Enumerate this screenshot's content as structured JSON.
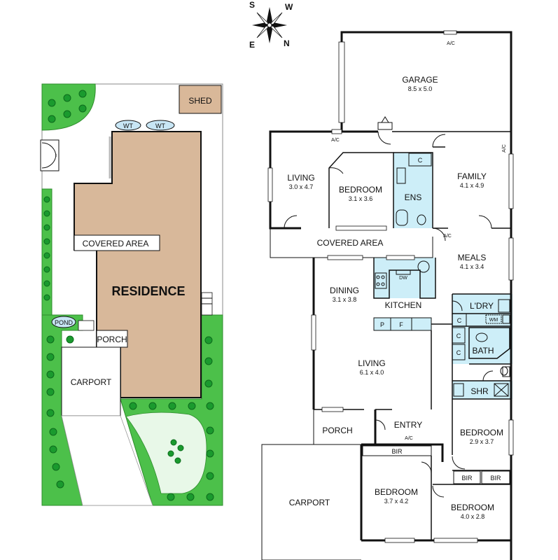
{
  "compass": {
    "n": "N",
    "s": "S",
    "e": "E",
    "w": "W"
  },
  "site_plan": {
    "shed": "SHED",
    "wt": [
      "WT",
      "WT"
    ],
    "covered_area": "COVERED AREA",
    "residence": "RESIDENCE",
    "pond": "POND",
    "porch": "PORCH",
    "carport": "CARPORT"
  },
  "floor_plan": {
    "garage": {
      "name": "GARAGE",
      "dims": "8.5 x 5.0"
    },
    "living_1": {
      "name": "LIVING",
      "dims": "3.0 x 4.7"
    },
    "bedroom_1": {
      "name": "BEDROOM",
      "dims": "3.1 x 3.6"
    },
    "ens": "ENS",
    "family": {
      "name": "FAMILY",
      "dims": "4.1 x 4.9"
    },
    "covered_area": "COVERED AREA",
    "meals": {
      "name": "MEALS",
      "dims": "4.1 x 3.4"
    },
    "dining": {
      "name": "DINING",
      "dims": "3.1 x 3.8"
    },
    "kitchen": "KITCHEN",
    "laundry": "L'DRY",
    "living_2": {
      "name": "LIVING",
      "dims": "6.1 x 4.0"
    },
    "bath": "BATH",
    "shr": "SHR",
    "porch": "PORCH",
    "entry": "ENTRY",
    "bedroom_2": {
      "name": "BEDROOM",
      "dims": "2.9 x 3.7"
    },
    "carport": "CARPORT",
    "bedroom_3": {
      "name": "BEDROOM",
      "dims": "3.7 x 4.2"
    },
    "bedroom_4": {
      "name": "BEDROOM",
      "dims": "4.0 x 2.8"
    },
    "fixtures": {
      "ac": "A/C",
      "cupboard": "C",
      "dw": "DW",
      "wm": "WM",
      "pantry": "P",
      "fridge": "F",
      "bir": "BIR"
    }
  }
}
